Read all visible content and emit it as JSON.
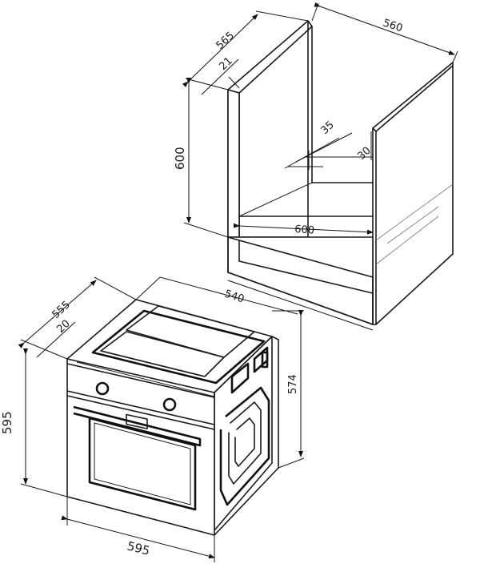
{
  "dimensions": {
    "cabinet_depth": "565",
    "cabinet_width": "560",
    "cabinet_panel_gap": "21",
    "cabinet_height": "600",
    "cabinet_vent_depth": "35",
    "cabinet_vent_width": "30",
    "cabinet_inner_width": "600",
    "cabinet_front_width": "540",
    "oven_depth": "555",
    "oven_front_thickness": "20",
    "oven_height": "595",
    "oven_body_height": "574",
    "oven_width": "595"
  },
  "colors": {
    "line": "#1a1a1a",
    "background": "#ffffff"
  }
}
